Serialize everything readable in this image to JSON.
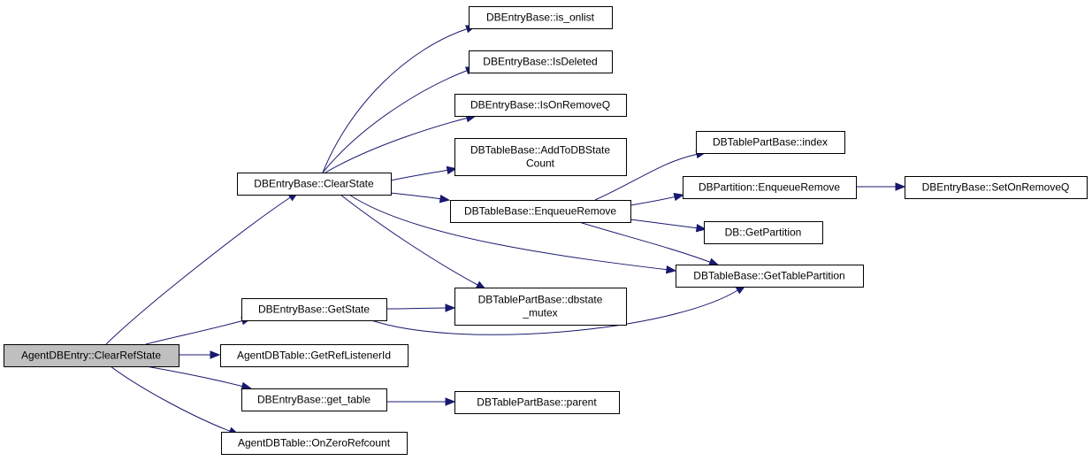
{
  "nodes": [
    {
      "id": "root",
      "lines": [
        "AgentDBEntry::ClearRefState"
      ],
      "highlighted": true
    },
    {
      "id": "clearstate",
      "lines": [
        "DBEntryBase::ClearState"
      ]
    },
    {
      "id": "getstate",
      "lines": [
        "DBEntryBase::GetState"
      ]
    },
    {
      "id": "getreflistenerid",
      "lines": [
        "AgentDBTable::GetRefListenerId"
      ]
    },
    {
      "id": "get_table",
      "lines": [
        "DBEntryBase::get_table"
      ]
    },
    {
      "id": "onzerorefcount",
      "lines": [
        "AgentDBTable::OnZeroRefcount"
      ]
    },
    {
      "id": "is_onlist",
      "lines": [
        "DBEntryBase::is_onlist"
      ]
    },
    {
      "id": "isdeleted",
      "lines": [
        "DBEntryBase::IsDeleted"
      ]
    },
    {
      "id": "isonremoveq",
      "lines": [
        "DBEntryBase::IsOnRemoveQ"
      ]
    },
    {
      "id": "addtodbstatecount",
      "lines": [
        "DBTableBase::AddToDBState",
        "Count"
      ]
    },
    {
      "id": "enqueueremove",
      "lines": [
        "DBTableBase::EnqueueRemove"
      ]
    },
    {
      "id": "dbstate_mutex",
      "lines": [
        "DBTablePartBase::dbstate",
        "_mutex"
      ]
    },
    {
      "id": "parent",
      "lines": [
        "DBTablePartBase::parent"
      ]
    },
    {
      "id": "index",
      "lines": [
        "DBTablePartBase::index"
      ]
    },
    {
      "id": "partition_enqueueremove",
      "lines": [
        "DBPartition::EnqueueRemove"
      ]
    },
    {
      "id": "getpartition",
      "lines": [
        "DB::GetPartition"
      ]
    },
    {
      "id": "gettablepartition",
      "lines": [
        "DBTableBase::GetTablePartition"
      ]
    },
    {
      "id": "setonremoveq",
      "lines": [
        "DBEntryBase::SetOnRemoveQ"
      ]
    }
  ],
  "edges": [
    {
      "from": "root",
      "to": "clearstate"
    },
    {
      "from": "root",
      "to": "getstate"
    },
    {
      "from": "root",
      "to": "getreflistenerid"
    },
    {
      "from": "root",
      "to": "get_table"
    },
    {
      "from": "root",
      "to": "onzerorefcount"
    },
    {
      "from": "clearstate",
      "to": "is_onlist"
    },
    {
      "from": "clearstate",
      "to": "isdeleted"
    },
    {
      "from": "clearstate",
      "to": "isonremoveq"
    },
    {
      "from": "clearstate",
      "to": "addtodbstatecount"
    },
    {
      "from": "clearstate",
      "to": "enqueueremove"
    },
    {
      "from": "clearstate",
      "to": "dbstate_mutex"
    },
    {
      "from": "clearstate",
      "to": "gettablepartition"
    },
    {
      "from": "getstate",
      "to": "dbstate_mutex"
    },
    {
      "from": "getstate",
      "to": "gettablepartition"
    },
    {
      "from": "get_table",
      "to": "parent"
    },
    {
      "from": "enqueueremove",
      "to": "index"
    },
    {
      "from": "enqueueremove",
      "to": "partition_enqueueremove"
    },
    {
      "from": "enqueueremove",
      "to": "getpartition"
    },
    {
      "from": "enqueueremove",
      "to": "gettablepartition"
    },
    {
      "from": "partition_enqueueremove",
      "to": "setonremoveq"
    }
  ],
  "colors": {
    "edge": "#191970",
    "node_border": "#000000",
    "node_fill": "#ffffff",
    "root_fill": "#bfbfbf"
  }
}
